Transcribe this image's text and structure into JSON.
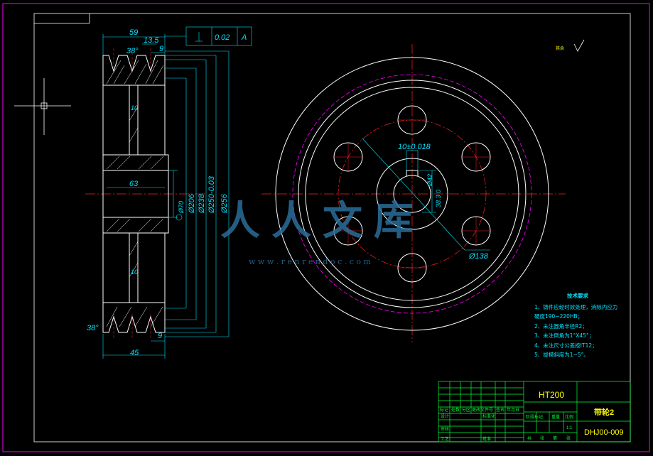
{
  "dimensions": {
    "width_59": "59",
    "width_13_5": "13.5",
    "width_9_top": "9",
    "angle_top": "38°",
    "tolerance": "0.02",
    "datum": "A",
    "web_10_top": "10",
    "bore_63": "63",
    "d70": "Ø70",
    "d206": "Ø206",
    "d238": "Ø238",
    "d250": "Ø250-0.03",
    "d256": "Ø256",
    "web_10_bot": "10",
    "angle_bot": "38°",
    "width_9_bot": "9",
    "width_45": "45",
    "key_width": "10±0.018",
    "key_depth": "38.3 0",
    "bore_d": "Ø42",
    "bolt_circle": "Ø138"
  },
  "roughness_note": "其余",
  "tech_requirements": {
    "title": "技术要求",
    "items": [
      "1、铸件应经时效处理，消除内应力",
      "   硬度190~220HB；",
      "2、未注圆角半径R2；",
      "3、未注倒角为1°X45°；",
      "4、未注尺寸公差按IT12；",
      "5、拔模斜度为1~5°。"
    ]
  },
  "title_block": {
    "material": "HT200",
    "part_name": "带轮2",
    "drawing_no": "DHJ00-009",
    "scale": "1:1",
    "row_labels": [
      "标记",
      "处数",
      "分区",
      "更改文件号",
      "签名",
      "年月日"
    ],
    "left_labels": [
      "设计",
      "标准化",
      "审核",
      "工艺",
      "批准"
    ],
    "stage_labels": [
      "阶段标记",
      "重量",
      "比例"
    ],
    "sheet_labels": [
      "共",
      "张",
      "第",
      "张"
    ]
  },
  "watermark": {
    "main": "人人文库",
    "url": "w w w . r e n r e n d o c . c o m"
  },
  "colors": {
    "border": "#ff00ff",
    "outline": "#ffffff",
    "centerline": "#ff2020",
    "dimension": "#00e5ff",
    "title_block": "#00ff33",
    "title_text": "#ffff00"
  }
}
